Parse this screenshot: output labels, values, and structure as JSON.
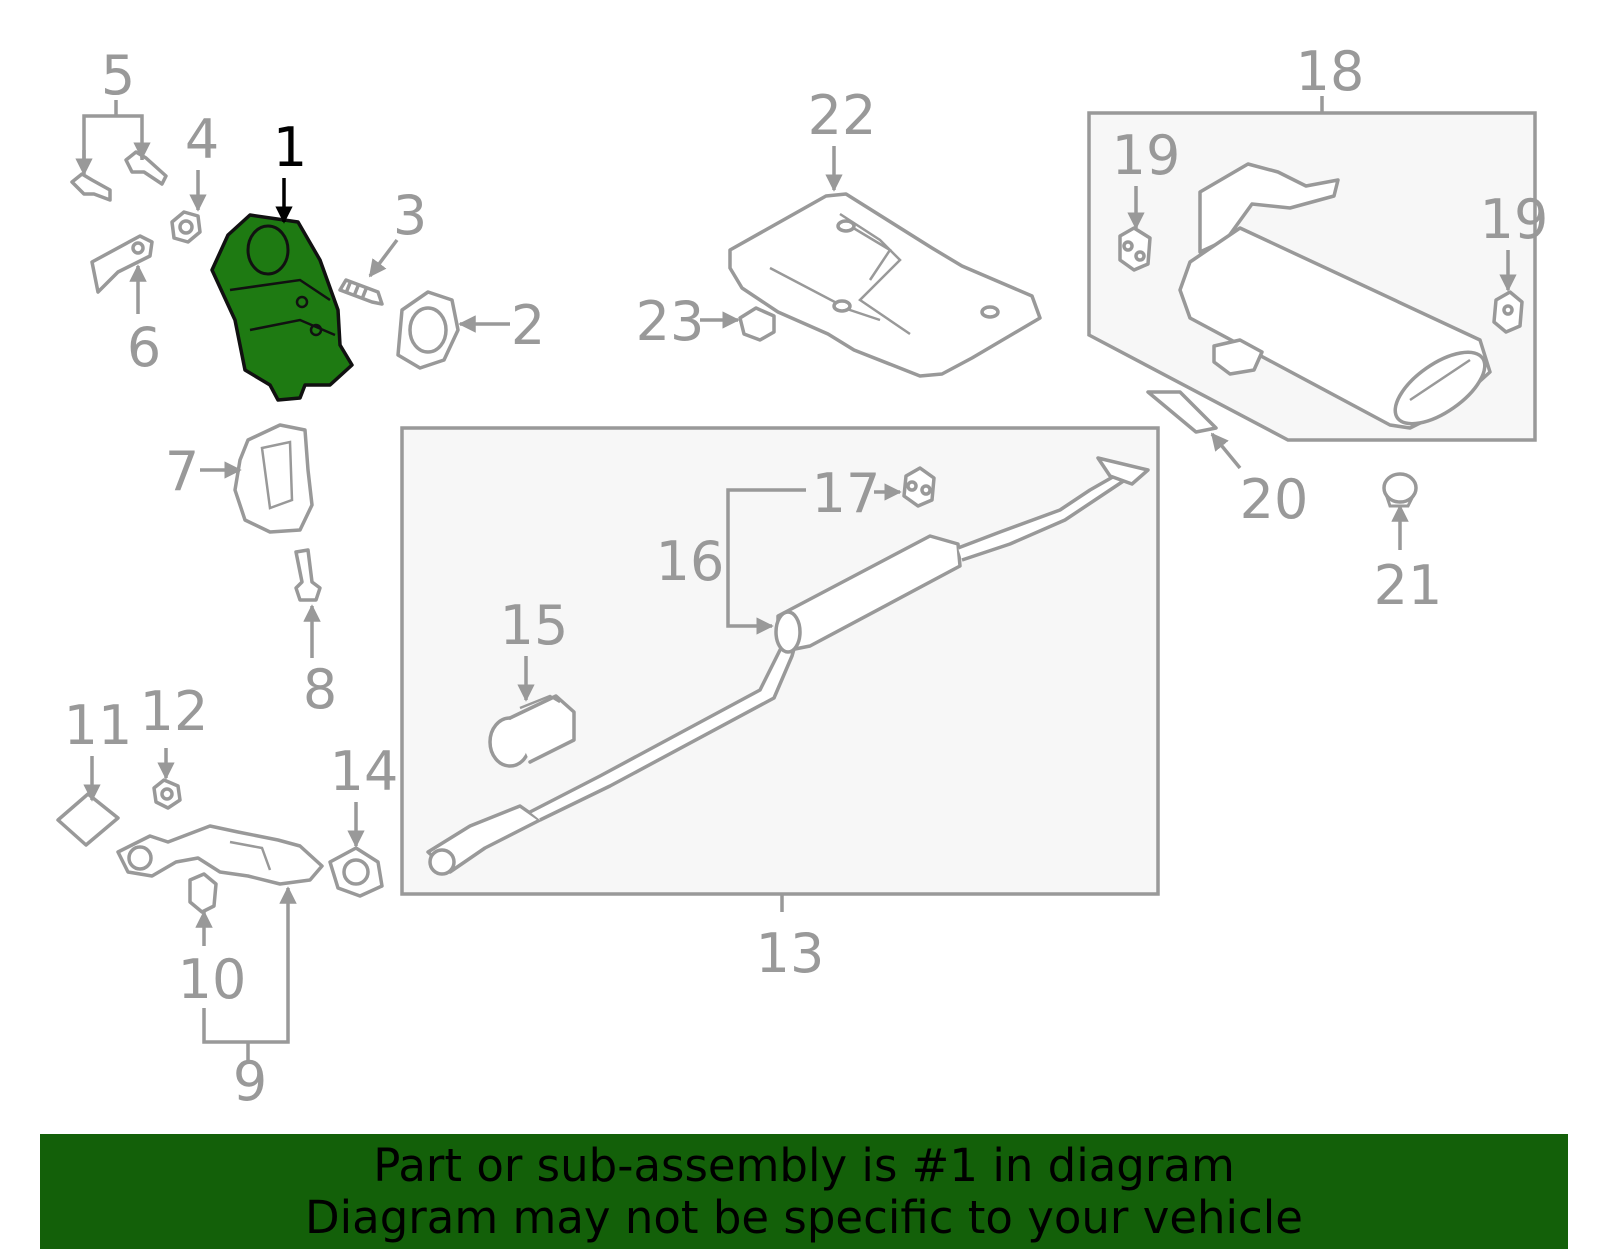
{
  "labels": {
    "n1": "1",
    "n2": "2",
    "n3": "3",
    "n4": "4",
    "n5": "5",
    "n6": "6",
    "n7": "7",
    "n8": "8",
    "n9": "9",
    "n10": "10",
    "n11": "11",
    "n12": "12",
    "n13": "13",
    "n14": "14",
    "n15": "15",
    "n16": "16",
    "n17": "17",
    "n18": "18",
    "n19a": "19",
    "n19b": "19",
    "n20": "20",
    "n21": "21",
    "n22": "22",
    "n23": "23"
  },
  "banner": {
    "line1": "Part or sub-assembly is #1 in diagram",
    "line2": "Diagram may not be specific to your vehicle"
  },
  "colors": {
    "highlight_part": "#1e7a12",
    "banner_bg": "#136009",
    "line_gray": "#999999"
  }
}
